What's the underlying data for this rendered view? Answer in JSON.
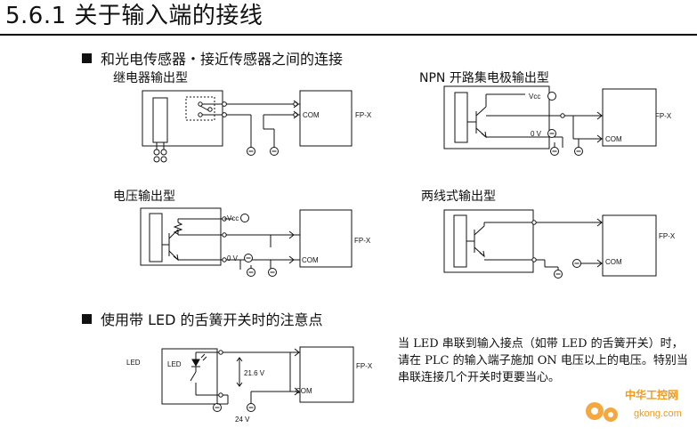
{
  "page_title": "5.6.1 关于输入端的接线",
  "section1": "和光电传感器・接近传感器之间的连接",
  "section2": "使用带 LED 的舌簧开关时的注意点",
  "diagrams": {
    "relay": {
      "caption": "继电器输出型",
      "com": "COM",
      "plc": "FP-X"
    },
    "npn": {
      "caption": "NPN 开路集电极输出型",
      "vcc": "Vcc",
      "zero": "0 V",
      "com": "COM",
      "plc": "FP-X"
    },
    "voltage": {
      "caption": "电压输出型",
      "vcc": "Vcc",
      "zero": "0 V",
      "com": "COM",
      "plc": "FP-X"
    },
    "twowire": {
      "caption": "两线式输出型",
      "com": "COM",
      "plc": "FP-X"
    },
    "led": {
      "led_outer": "LED",
      "led_inner": "LED",
      "voltage": "21.6 V",
      "supply": "24 V",
      "com": "COM",
      "plc": "FP-X"
    }
  },
  "note": "当 LED 串联到输入接点（如带 LED 的舌簧开关）时，请在 PLC 的输入端子施加 ON 电压以上的电压。特别当串联连接几个开关时更要当心。",
  "watermark": {
    "line1": "中华工控网",
    "line2": "gkong.com"
  },
  "colors": {
    "ink": "#111111",
    "watermark": "#f39a1e"
  }
}
